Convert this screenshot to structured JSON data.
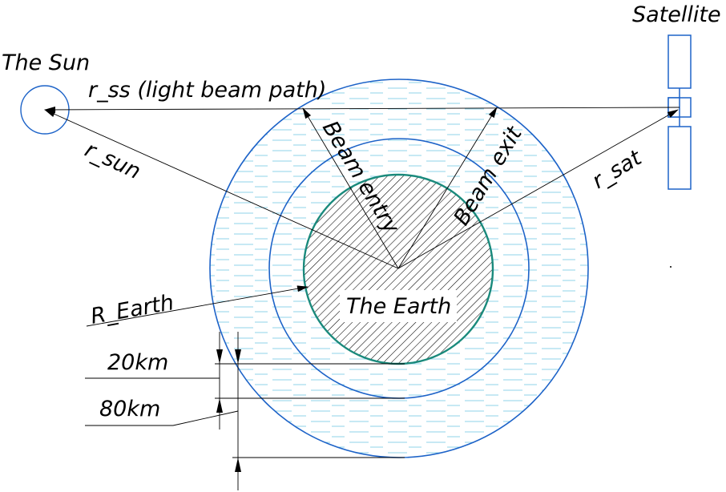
{
  "labels": {
    "sun": "The Sun",
    "satellite": "Satellite",
    "r_ss": "r_ss (light beam path)",
    "r_sun": "r_sun",
    "r_sat": "r_sat",
    "beam_entry": "Beam entry",
    "beam_exit": "Beam exit",
    "r_earth": "R_Earth",
    "earth": "The Earth",
    "dim_20km": "20km",
    "dim_80km": "80km"
  },
  "colors": {
    "outer_atmosphere": "#1d63c8",
    "earth_outline": "#1a8a7c",
    "water_dashes": "#8fd3ea",
    "satellite": "#1d63c8",
    "sun": "#1d63c8"
  }
}
